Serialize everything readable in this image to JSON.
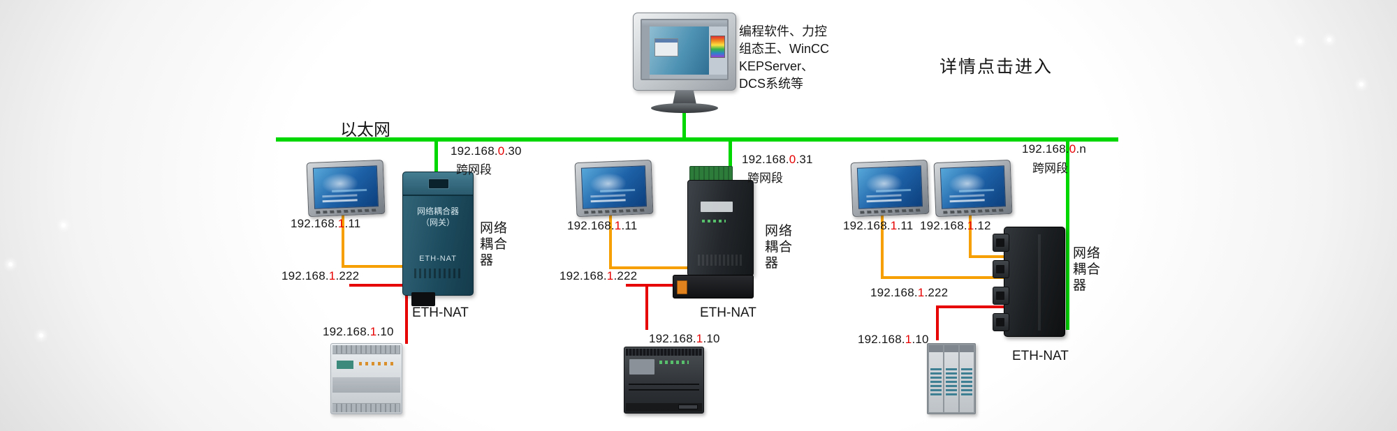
{
  "colors": {
    "ethernet_green": "#00d600",
    "hmi_cable_orange": "#f5a000",
    "plc_cable_red": "#e60000",
    "ip_octet_red": "#e60000"
  },
  "header": {
    "software_caption_lines": [
      "编程软件、力控",
      "组态王、WinCC",
      "KEPServer、",
      "DCS系统等"
    ],
    "details_link": "详情点击进入"
  },
  "ethernet": {
    "label": "以太网"
  },
  "labels": {
    "cross_segment": "跨网段",
    "network_coupler": "网络耦合器",
    "eth_nat": "ETH-NAT"
  },
  "device_text": {
    "coupler1_line1": "网络耦合器",
    "coupler1_line2": "（网关）",
    "coupler1_model": "ETH-NAT"
  },
  "groups": [
    {
      "cross_segment_ip": {
        "prefix": "192.168.",
        "octet": "0",
        "suffix": ".30"
      },
      "hmi_ip_1": {
        "prefix": "192.168.",
        "octet": "1",
        "suffix": ".11"
      },
      "coupler_lan_ip": {
        "prefix": "192.168.",
        "octet": "1",
        "suffix": ".222"
      },
      "plc_ip": {
        "prefix": "192.168.",
        "octet": "1",
        "suffix": ".10"
      }
    },
    {
      "cross_segment_ip": {
        "prefix": "192.168.",
        "octet": "0",
        "suffix": ".31"
      },
      "hmi_ip_1": {
        "prefix": "192.168.",
        "octet": "1",
        "suffix": ".11"
      },
      "coupler_lan_ip": {
        "prefix": "192.168.",
        "octet": "1",
        "suffix": ".222"
      },
      "plc_ip": {
        "prefix": "192.168.",
        "octet": "1",
        "suffix": ".10"
      }
    },
    {
      "cross_segment_ip": {
        "prefix": "192.168.",
        "octet": "0",
        "suffix": ".n"
      },
      "hmi_ip_1": {
        "prefix": "192.168.",
        "octet": "1",
        "suffix": ".11"
      },
      "hmi_ip_2": {
        "prefix": "192.168.",
        "octet": "1",
        "suffix": ".12"
      },
      "coupler_lan_ip": {
        "prefix": "192.168.",
        "octet": "1",
        "suffix": ".222"
      },
      "plc_ip": {
        "prefix": "192.168.",
        "octet": "1",
        "suffix": ".10"
      }
    }
  ]
}
